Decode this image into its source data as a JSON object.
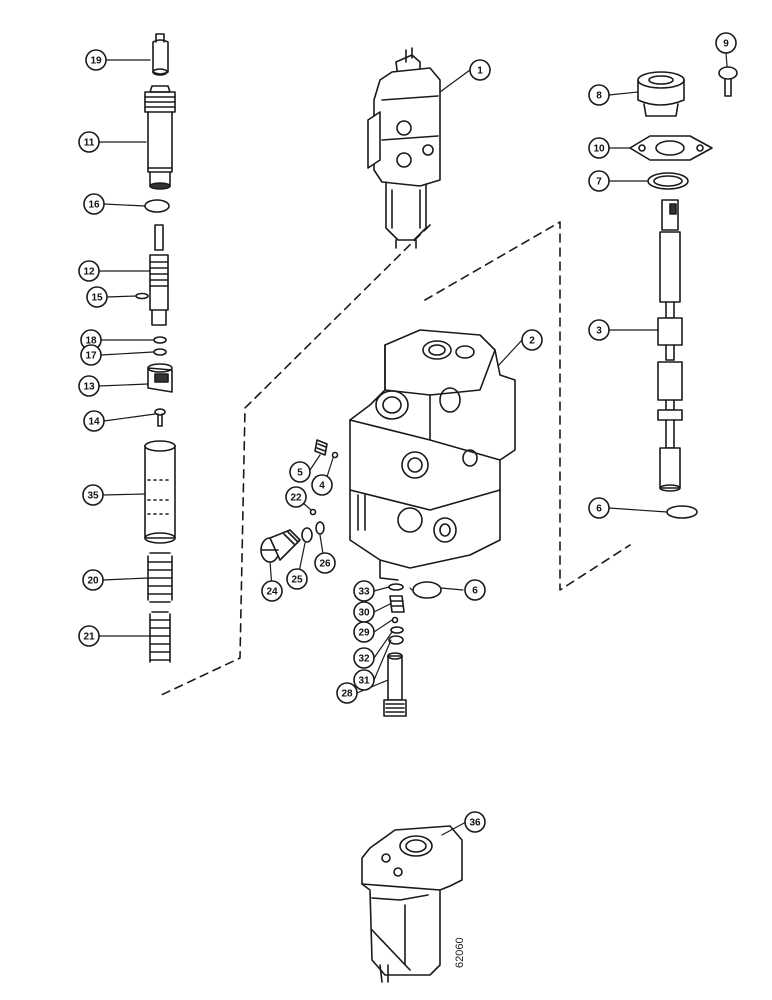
{
  "diagram": {
    "callouts": {
      "c1": "1",
      "c2": "2",
      "c3": "3",
      "c4": "4",
      "c5": "5",
      "c6a": "6",
      "c6b": "6",
      "c7": "7",
      "c8": "8",
      "c9": "9",
      "c10": "10",
      "c11": "11",
      "c12": "12",
      "c13": "13",
      "c14": "14",
      "c15": "15",
      "c16": "16",
      "c17": "17",
      "c18": "18",
      "c19": "19",
      "c20": "20",
      "c21": "21",
      "c22": "22",
      "c24": "24",
      "c25": "25",
      "c26": "26",
      "c28": "28",
      "c29": "29",
      "c30": "30",
      "c31": "31",
      "c32": "32",
      "c33": "33",
      "c35": "35",
      "c36": "36"
    },
    "figure_code": "62060"
  }
}
